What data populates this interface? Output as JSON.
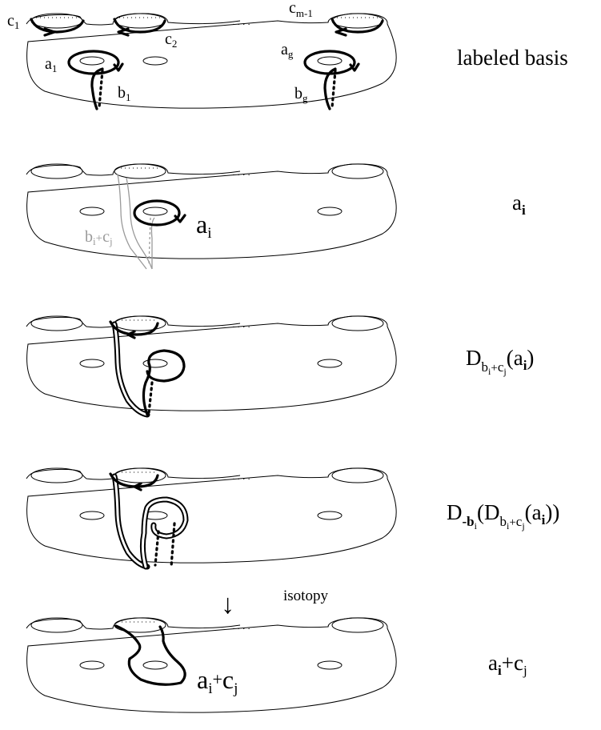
{
  "panels": [
    {
      "caption": "labeled basis",
      "labels": {
        "c1_base": "c",
        "c1_sub": "1",
        "c2_base": "c",
        "c2_sub": "2",
        "cm_base": "c",
        "cm_sub": "m-1",
        "a1_base": "a",
        "a1_sub": "1",
        "ag_base": "a",
        "ag_sub": "g",
        "b1_base": "b",
        "b1_sub": "1",
        "bg_base": "b",
        "bg_sub": "g"
      }
    },
    {
      "caption_base": "a",
      "caption_sub": "i",
      "labels": {
        "ai_base": "a",
        "ai_sub": "i",
        "bc_b": "b",
        "bc_i": "i",
        "bc_plus": "+",
        "bc_c": "c",
        "bc_j": "j"
      }
    },
    {
      "caption": {
        "D": "D",
        "b": "b",
        "i": "i",
        "plus": "+",
        "c": "c",
        "j": "j",
        "open": "(a",
        "ai": "i",
        "close": ")"
      }
    },
    {
      "caption": {
        "D": "D",
        "neg": "-b",
        "i1": "i",
        "open1": "(D",
        "b": "b",
        "i2": "i",
        "plus": "+",
        "c": "c",
        "j": "j",
        "open2": "(a",
        "ai": "i",
        "close": "))"
      }
    },
    {
      "caption": {
        "a": "a",
        "i": "i",
        "plus": "+c",
        "j": "j"
      },
      "labels": {
        "a": "a",
        "i": "i",
        "plus": "+",
        "c": "c",
        "j": "j"
      }
    }
  ],
  "isotopy": {
    "arrow": "↓",
    "label": "isotopy"
  },
  "ellipsis": "· · · ·"
}
